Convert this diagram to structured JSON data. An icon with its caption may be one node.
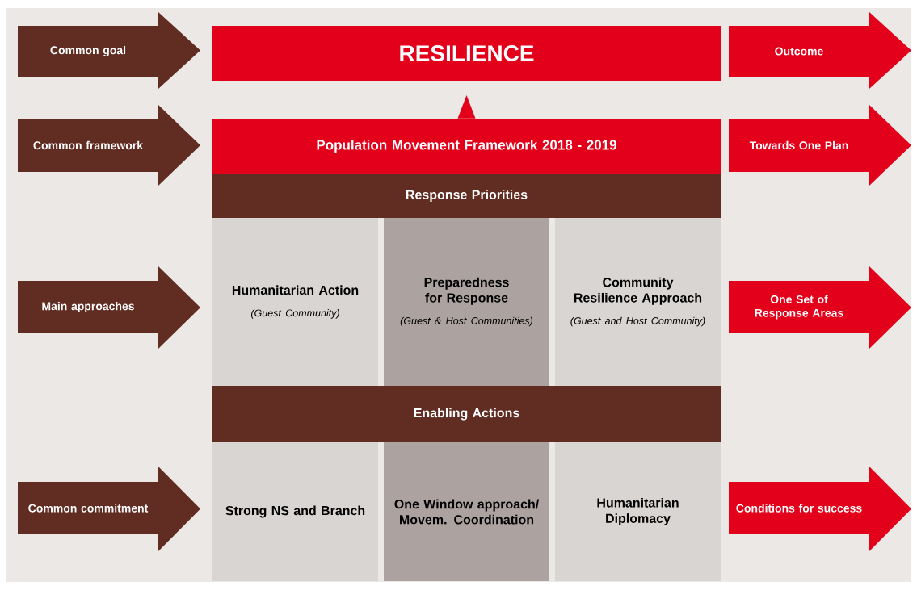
{
  "diagram": {
    "nodes": [
      {
        "text": [
          "Common goal"
        ]
      },
      {
        "text": [
          "RESILIENCE"
        ]
      },
      {
        "text": [
          "Outcome"
        ]
      },
      {
        "text": [
          "Common framework"
        ]
      },
      {
        "text": [
          "Population Movement Framework 2018 - 2019"
        ]
      },
      {
        "text": [
          "Towards One Plan"
        ]
      },
      {
        "text": [
          "Response Priorities"
        ]
      },
      {
        "text": [
          "Main approaches"
        ]
      },
      {
        "text": [
          "Humanitarian Action",
          "(Guest Community)"
        ]
      },
      {
        "text": [
          "Preparedness for Response",
          "(Guest & Host Communities)"
        ]
      },
      {
        "text": [
          "Community Resilience Approach",
          "(Guest and Host Community)"
        ]
      },
      {
        "text": [
          "One Set of Response Areas"
        ]
      },
      {
        "text": [
          "Enabling Actions"
        ]
      },
      {
        "text": [
          "Common commitment"
        ]
      },
      {
        "text": [
          "Strong NS and Branch"
        ]
      },
      {
        "text": [
          "One Window approach/ Movem. Coordination"
        ]
      },
      {
        "text": [
          "Humanitarian Diplomacy"
        ]
      },
      {
        "text": [
          "Conditions for success"
        ]
      }
    ],
    "edges": [
      {
        "from": 4,
        "to": 1,
        "arrow": "to"
      }
    ]
  }
}
